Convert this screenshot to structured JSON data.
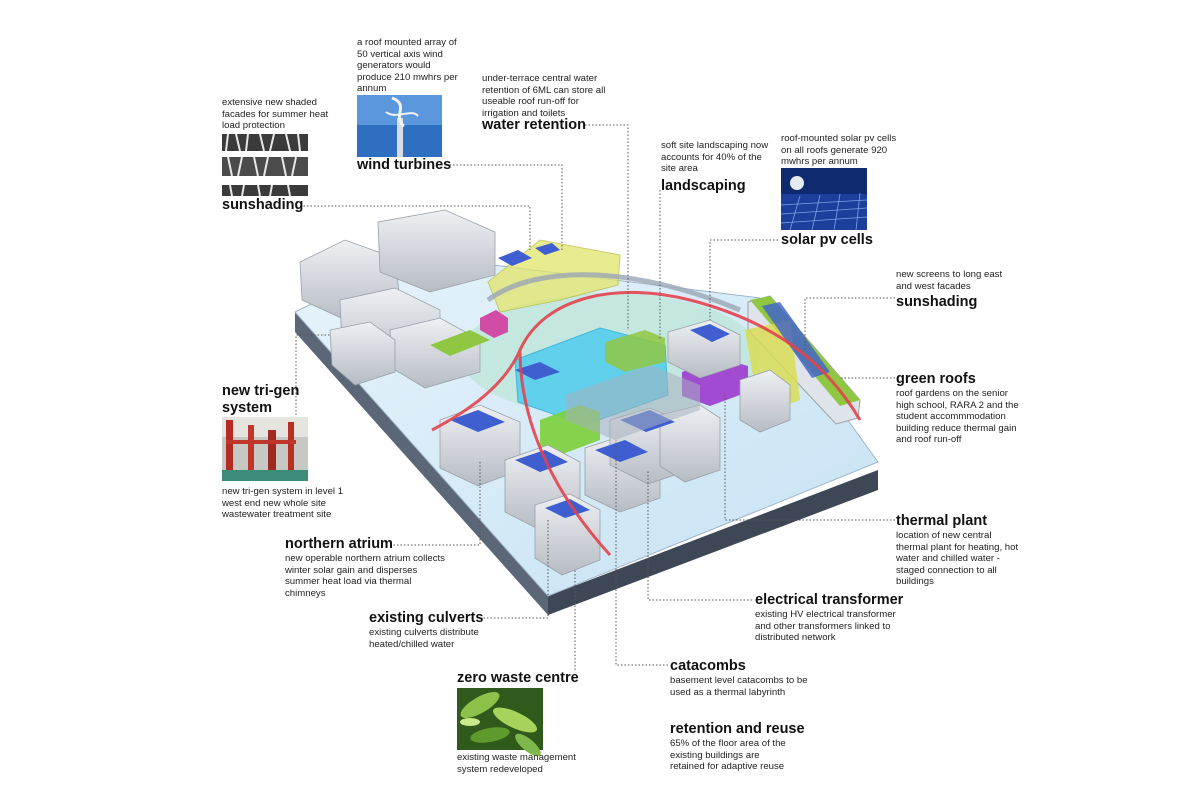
{
  "annotations": {
    "wind": {
      "title": "wind turbines",
      "desc": "a roof mounted array of 50 vertical axis wind generators would produce 210 mwhrs per annum"
    },
    "water": {
      "title": "water retention",
      "desc": "under-terrace central water retention of 6ML can store all useable roof run-off for irrigation and toilets"
    },
    "landscaping": {
      "title": "landscaping",
      "desc": "soft site landscaping now accounts for 40% of the site area"
    },
    "solar": {
      "title": "solar pv cells",
      "desc": "roof-mounted solar pv cells on all roofs generate 920 mwhrs per annum"
    },
    "sunshading_left": {
      "title": "sunshading",
      "desc": "extensive new shaded facades for summer heat load protection"
    },
    "sunshading_right": {
      "title": "sunshading",
      "desc": "new screens to long east and west facades"
    },
    "trigen": {
      "title": "new tri-gen system",
      "desc": "new tri-gen system in level 1 west end new whole site wastewater treatment site"
    },
    "green_roofs": {
      "title": "green roofs",
      "desc": "roof gardens on the senior high school, RARA 2 and the student accommmodation building reduce thermal gain and roof run-off"
    },
    "thermal": {
      "title": "thermal plant",
      "desc": "location of new central thermal plant for heating, hot water and chilled water - staged connection to all buildings"
    },
    "atrium": {
      "title": "northern atrium",
      "desc": "new operable northern atrium collects winter solar gain and disperses summer heat load via thermal chimneys"
    },
    "culverts": {
      "title": "existing culverts",
      "desc": "existing culverts distribute heated/chilled water"
    },
    "electrical": {
      "title": "electrical transformer",
      "desc": "existing HV electrical transformer and other transformers linked to distributed network"
    },
    "catacombs": {
      "title": "catacombs",
      "desc": "basement level catacombs to be used as a thermal labyrinth"
    },
    "zero_waste": {
      "title": "zero waste centre",
      "desc": "existing waste management system redeveloped"
    },
    "retention": {
      "title": "retention and reuse",
      "desc": "65% of the floor area of the existing buildings are retained for adaptive reuse"
    }
  },
  "colors": {
    "site_base": "#dceef8",
    "site_edge": "#4f5a6b",
    "building": "#c9ccd2",
    "solar_panel": "#3f5fd0",
    "green_roof": "#8fc743",
    "sunshade_yellow": "#d9dc4a",
    "water": "#41c9f0",
    "thermal_plant": "#9b2fd0",
    "culvert_path": "#e2434c",
    "leader_line": "#555555"
  },
  "icons": [
    "wind-turbine-photo",
    "solar-panel-photo",
    "tri-gen-plant-photo",
    "recycled-glass-photo",
    "facade-screen-photo"
  ]
}
